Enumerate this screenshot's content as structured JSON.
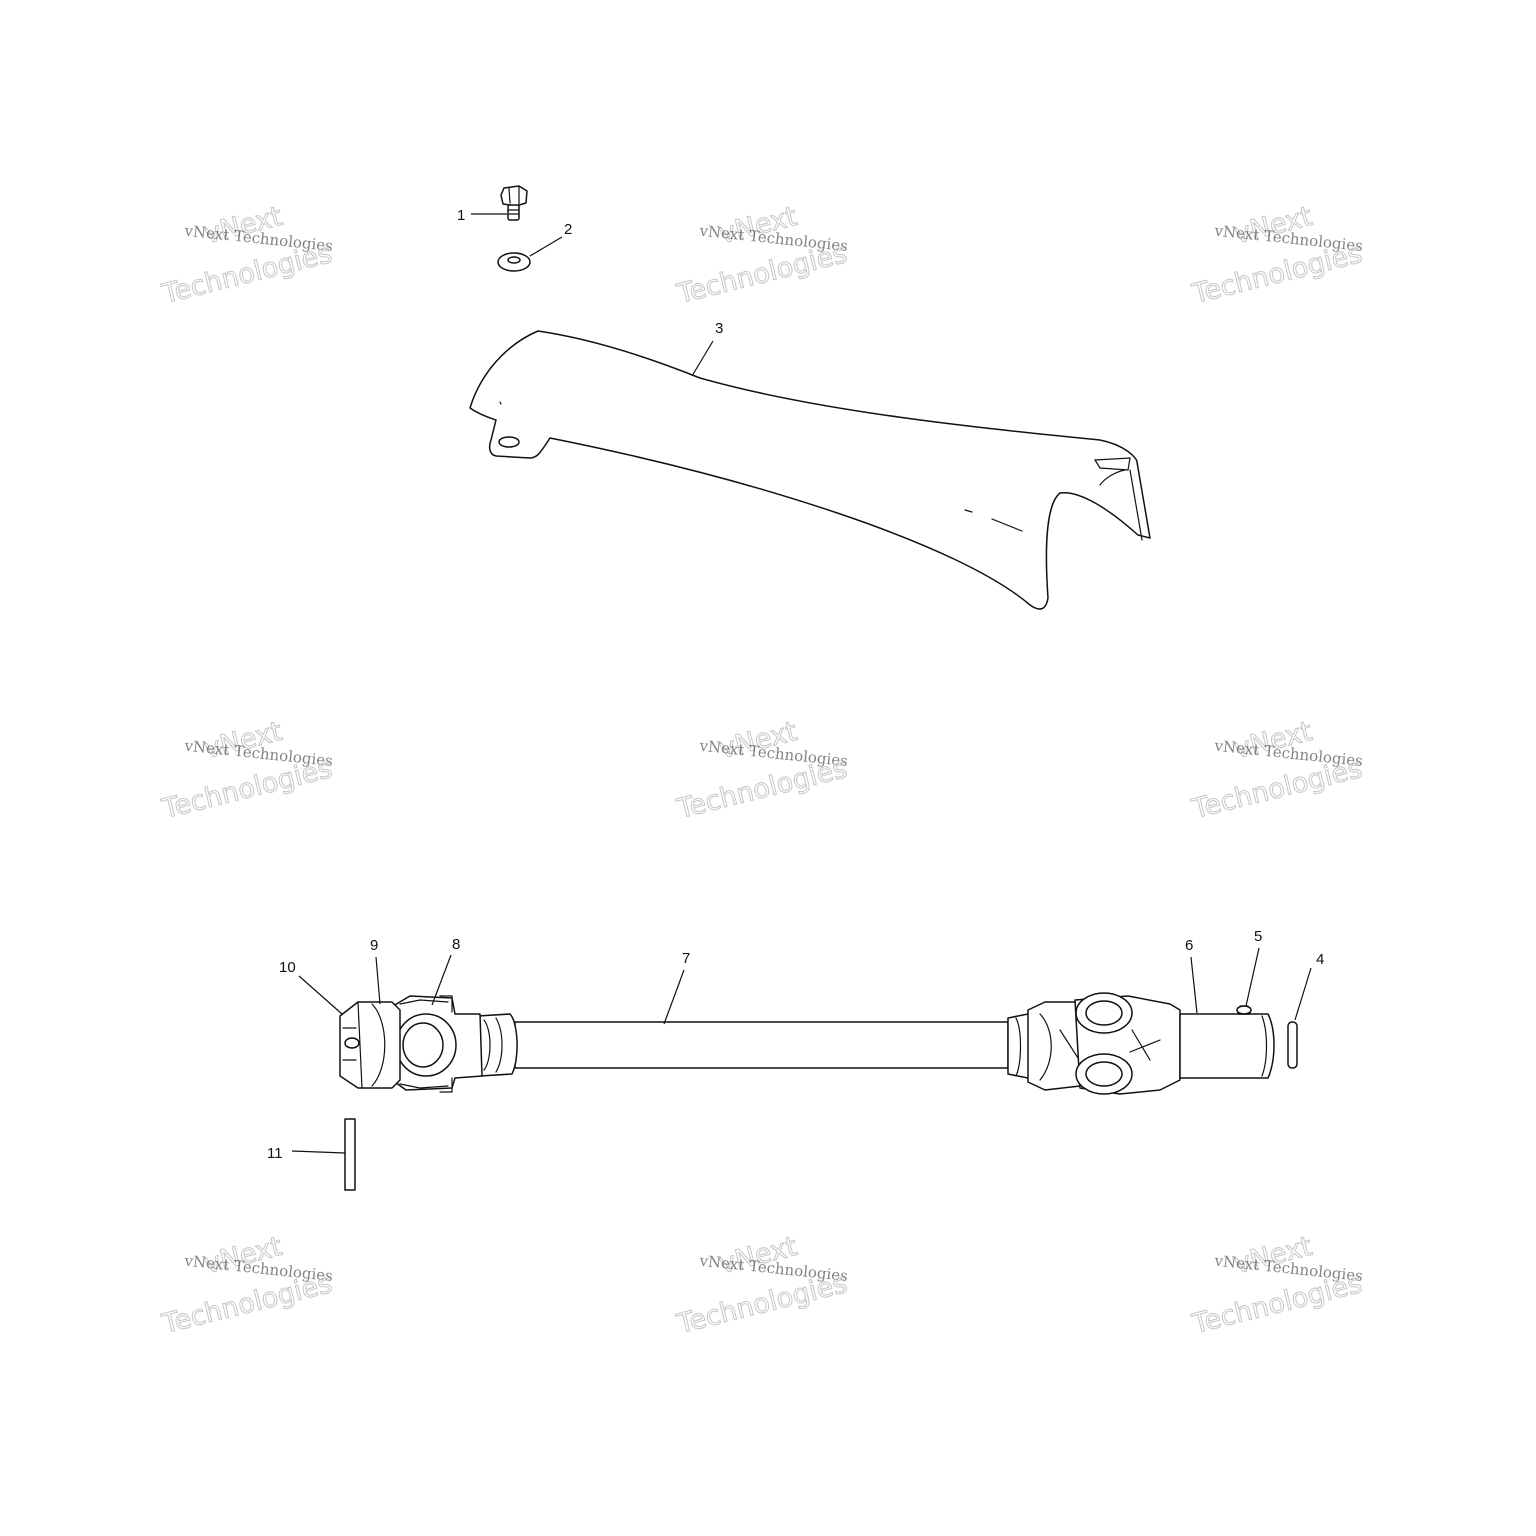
{
  "callouts": {
    "c1": "1",
    "c2": "2",
    "c3": "3",
    "c4": "4",
    "c5": "5",
    "c6": "6",
    "c7": "7",
    "c8": "8",
    "c9": "9",
    "c10": "10",
    "c11": "11"
  },
  "watermark": {
    "line1": "vNext",
    "line2": "vNext Technologies",
    "line3": "Technologies"
  },
  "colors": {
    "line": "#111111",
    "watermark": "#bdbdbd",
    "background": "#ffffff"
  }
}
